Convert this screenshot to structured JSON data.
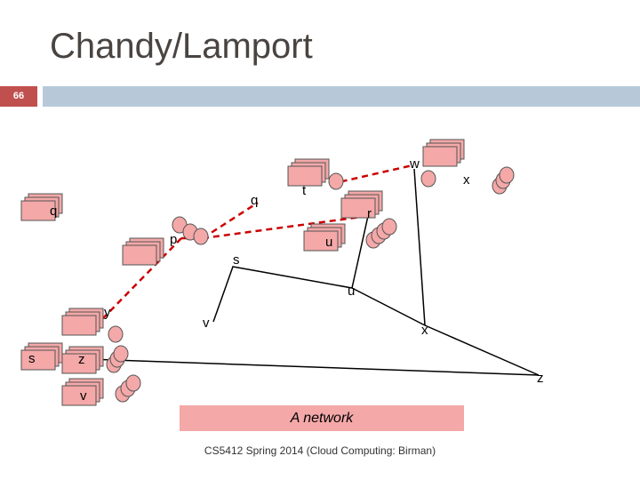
{
  "slide": {
    "title": "Chandy/Lamport",
    "number": "66",
    "caption": "A network",
    "footer": "CS5412 Spring 2014 (Cloud Computing: Birman)"
  },
  "labels": {
    "w": "w",
    "x_proc": "x",
    "t": "t",
    "q_top": "q",
    "q_left": "q",
    "r": "r",
    "p": "p",
    "u_proc": "u",
    "s_top": "s",
    "u_node": "u",
    "y": "y",
    "v_node": "v",
    "x_node": "x",
    "s_left": "s",
    "z_proc": "z",
    "z_node": "z",
    "v_proc": "v"
  },
  "colors": {
    "accent": "#c0504d",
    "bar": "#b7c9d9",
    "stack": "#f4a8a8",
    "caption_bg": "#f4a8a8",
    "marker_line": "#cc0000"
  }
}
